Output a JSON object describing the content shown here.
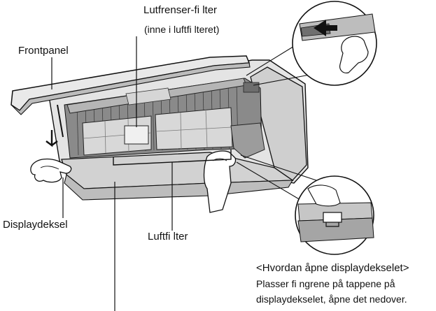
{
  "labels": {
    "air_purifier_filter": "Lutfrenser-fi lter",
    "air_purifier_location": "(inne i luftfi lteret)",
    "front_panel": "Frontpanel",
    "display_cover": "Displaydeksel",
    "air_filter": "Luftfi lter",
    "how_to_open": "<Hvordan åpne displaydekselet>",
    "step_line1": "Plasser fi ngrene på tappene på",
    "step_line2": "displaydekselet, åpne det nedover."
  },
  "colors": {
    "ink": "#111111",
    "body_gray": "#d9d9d9",
    "dark_gray": "#6b6b6b",
    "mid_gray": "#a8a8a8",
    "light_gray": "#ececec"
  }
}
